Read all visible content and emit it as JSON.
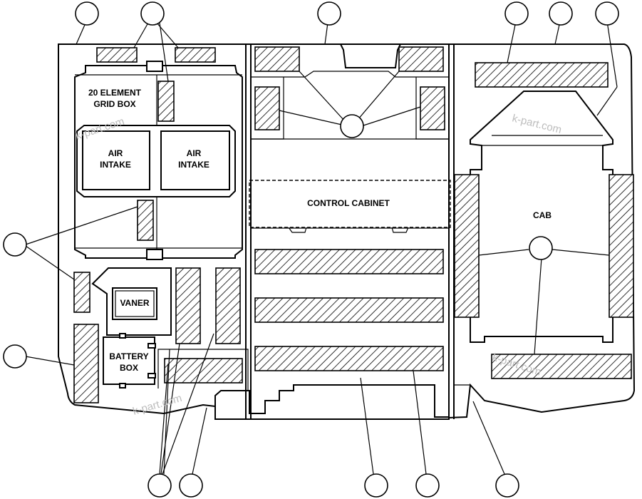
{
  "labels": {
    "grid_box_line1": "20 ELEMENT",
    "grid_box_line2": "GRID BOX",
    "air_intake_left_line1": "AIR",
    "air_intake_left_line2": "INTAKE",
    "air_intake_right_line1": "AIR",
    "air_intake_right_line2": "INTAKE",
    "control_cabinet": "CONTROL CABINET",
    "vaner": "VANER",
    "battery_box_line1": "BATTERY",
    "battery_box_line2": "BOX",
    "cab": "CAB"
  },
  "watermarks": [
    "k-part.com",
    "k-part.com",
    "k-part.com",
    "k-part.com"
  ],
  "colors": {
    "line": "#000000",
    "background": "#ffffff",
    "watermark": "#bdbdbd"
  }
}
